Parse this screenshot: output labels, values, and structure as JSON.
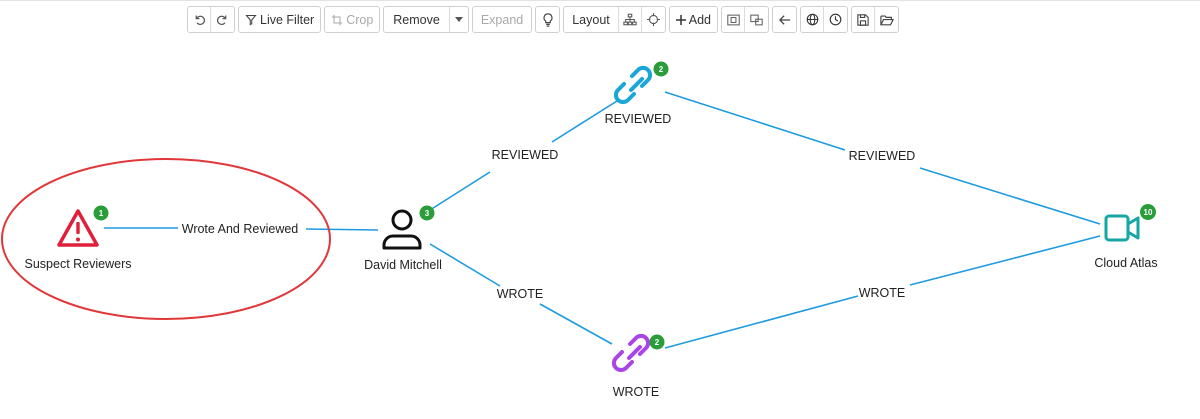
{
  "toolbar": {
    "undo_icon": "undo-icon",
    "redo_icon": "redo-icon",
    "live_filter": "Live Filter",
    "crop": "Crop",
    "remove": "Remove",
    "expand": "Expand",
    "layout": "Layout",
    "add": "Add"
  },
  "graph": {
    "nodes": {
      "suspect": {
        "label": "Suspect Reviewers",
        "count": "1",
        "icon": "warning-icon",
        "color": "#e0203a"
      },
      "david": {
        "label": "David Mitchell",
        "count": "3",
        "icon": "person-icon",
        "color": "#111111"
      },
      "reviewed": {
        "label": "REVIEWED",
        "count": "2",
        "icon": "link-icon",
        "color": "#1aa6d6"
      },
      "wrote": {
        "label": "WROTE",
        "count": "2",
        "icon": "link-icon",
        "color": "#a944e8"
      },
      "cloud": {
        "label": "Cloud Atlas",
        "count": "10",
        "icon": "video-camera-icon",
        "color": "#15a6a6"
      }
    },
    "edges": {
      "suspect_david": "Wrote And Reviewed",
      "david_reviewed": "REVIEWED",
      "reviewed_cloud": "REVIEWED",
      "david_wrote": "WROTE",
      "wrote_cloud": "WROTE"
    },
    "colors": {
      "edge": "#1e9be0",
      "badge": "#2a9d3a",
      "highlight_ring": "#e0383a"
    }
  }
}
